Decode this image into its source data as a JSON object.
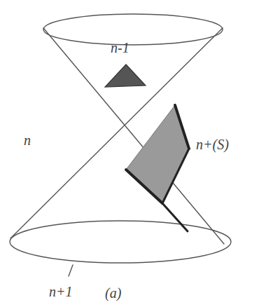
{
  "diagram": {
    "labels": [
      "n-1",
      "n",
      "n+(S)",
      "n+1",
      "(a)"
    ]
  }
}
